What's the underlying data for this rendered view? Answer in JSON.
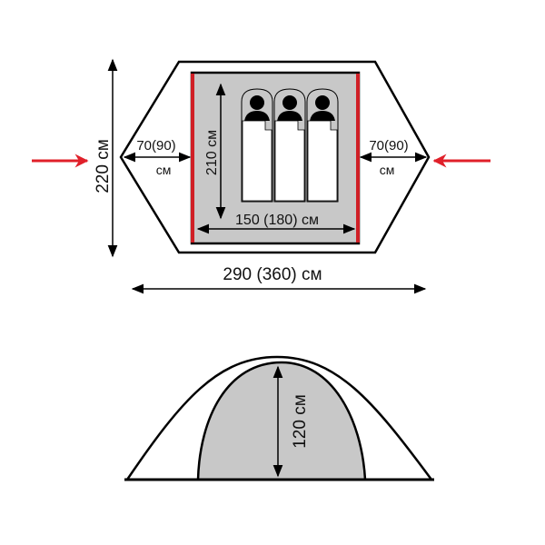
{
  "top_view": {
    "total_width_label": "290 (360) см",
    "total_depth_label": "220 см",
    "inner_length_label": "210 см",
    "inner_width_label": "150 (180) см",
    "left_vestibule_label": "70(90)",
    "left_vestibule_unit": "см",
    "right_vestibule_label": "70(90)",
    "right_vestibule_unit": "см",
    "sleeping_places": 3,
    "entrance_arrow_color": "#e0202a",
    "inner_wall_color": "#d01f26",
    "inner_floor_color": "#c8c8c8"
  },
  "side_view": {
    "height_label": "120 см"
  }
}
